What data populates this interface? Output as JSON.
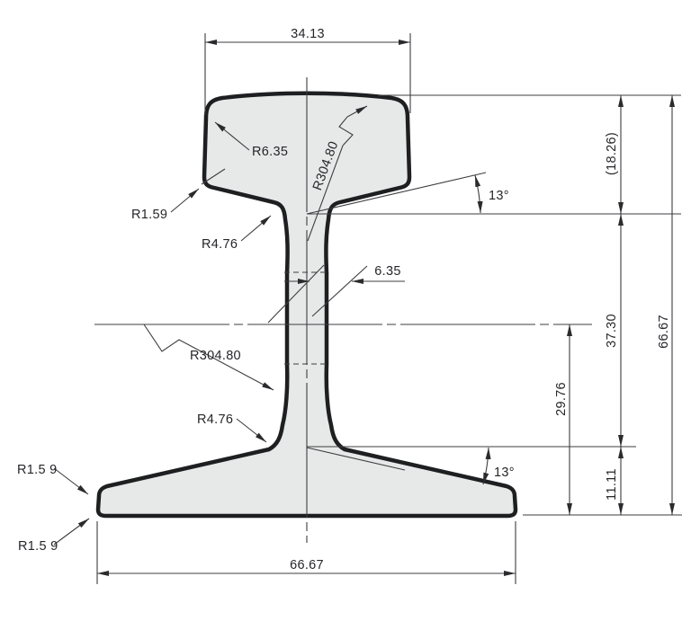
{
  "drawing": {
    "dimension_labels": {
      "head_width": "34.13",
      "head_height_ref": "(18.26)",
      "web_thickness": "6.35",
      "head_to_foot_line": "37.30",
      "overall_height": "66.67",
      "axis_to_bottom": "29.76",
      "foot_line_to_bottom": "11.11",
      "foot_width": "66.67",
      "head_slope_angle": "13°",
      "foot_slope_angle": "13°"
    },
    "radius_labels": {
      "head_top_corner": "R6.35",
      "head_side_corner": "R1.59",
      "head_web_fillet": "R4.76",
      "head_crown": "R304.80",
      "web_profile": "R304.80",
      "web_foot_fillet": "R4.76",
      "foot_toe_upper": "R1.5 9",
      "foot_toe_lower": "R1.5 9"
    },
    "colors": {
      "background": "#ffffff",
      "profile_fill": "#e7e9e9",
      "profile_outline": "#1e1f21",
      "line_color": "#3d3d40",
      "text_color": "#26262a"
    }
  }
}
